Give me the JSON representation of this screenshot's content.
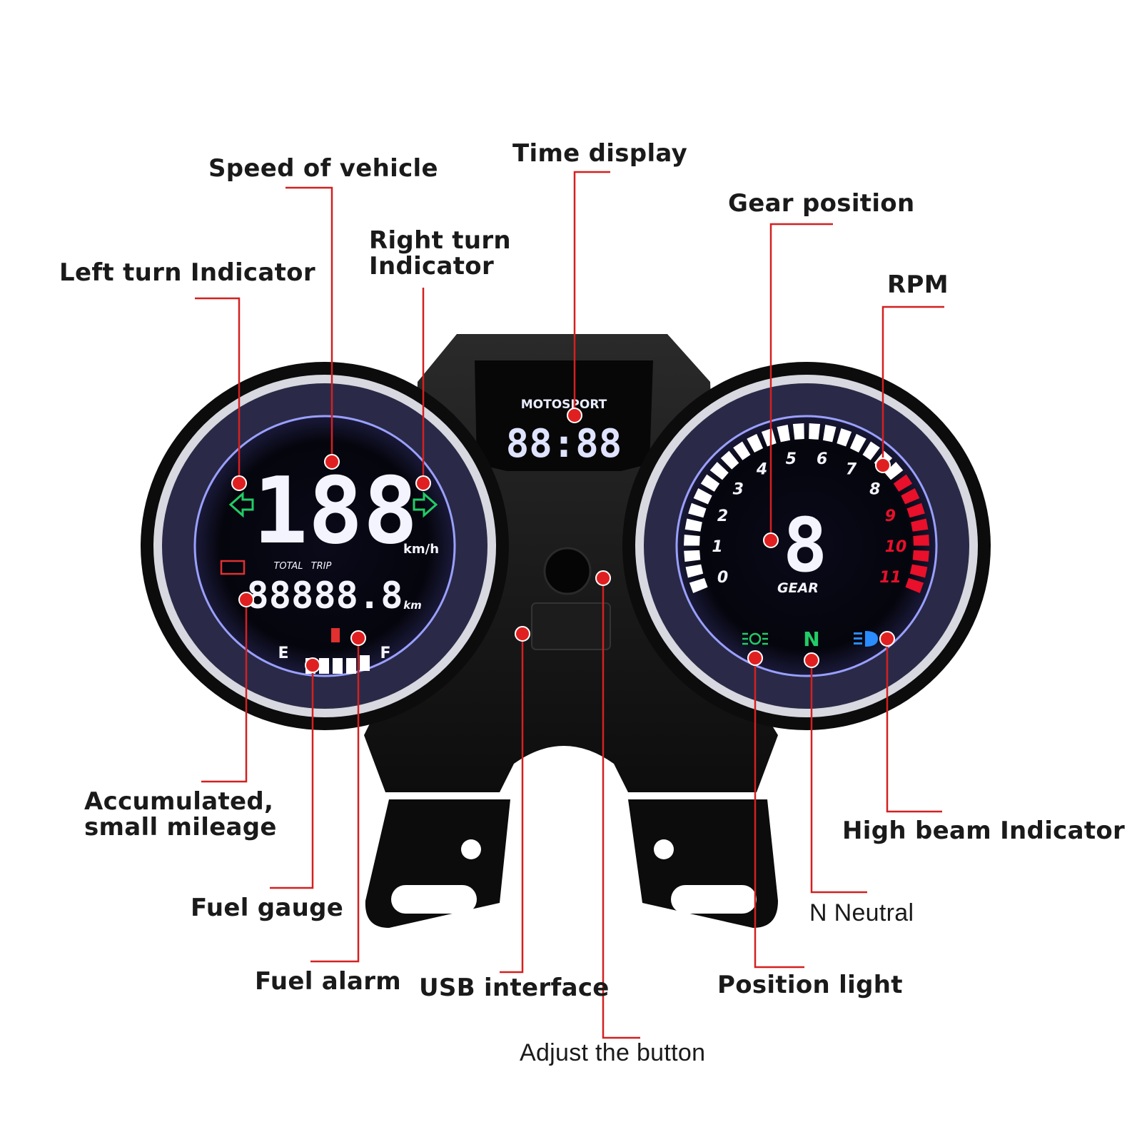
{
  "labels": {
    "speed_of_vehicle": "Speed of vehicle",
    "time_display": "Time display",
    "gear_position": "Gear position",
    "right_turn_line1": "Right turn",
    "right_turn_line2": "Indicator",
    "left_turn": "Left turn Indicator",
    "rpm": "RPM",
    "accumulated_line1": "Accumulated,",
    "accumulated_line2": "small mileage",
    "high_beam": "High beam Indicator",
    "fuel_gauge": "Fuel gauge",
    "n_neutral": "N Neutral",
    "fuel_alarm": "Fuel alarm",
    "usb_interface": "USB interface",
    "position_light": "Position light",
    "adjust_button": "Adjust the button"
  },
  "display": {
    "brand": "MOTOSPORT",
    "clock": "88:88",
    "speed": "188",
    "speed_unit": "km/h",
    "total": "TOTAL",
    "trip": "TRIP",
    "odometer": "88888.8",
    "odo_unit": "km",
    "fuel_empty": "E",
    "fuel_full": "F",
    "gear": "8",
    "gear_label": "GEAR",
    "neutral": "N",
    "rpm_ticks": [
      "0",
      "1",
      "2",
      "3",
      "4",
      "5",
      "6",
      "7",
      "8",
      "9",
      "10",
      "11"
    ]
  },
  "colors": {
    "leader": "#d42020",
    "marker": "#e02020",
    "lcd_white": "#f4f4ff",
    "turn_green": "#22cc66",
    "redline": "#e8102a",
    "highbeam_blue": "#2a8cff",
    "body": "#111111"
  }
}
